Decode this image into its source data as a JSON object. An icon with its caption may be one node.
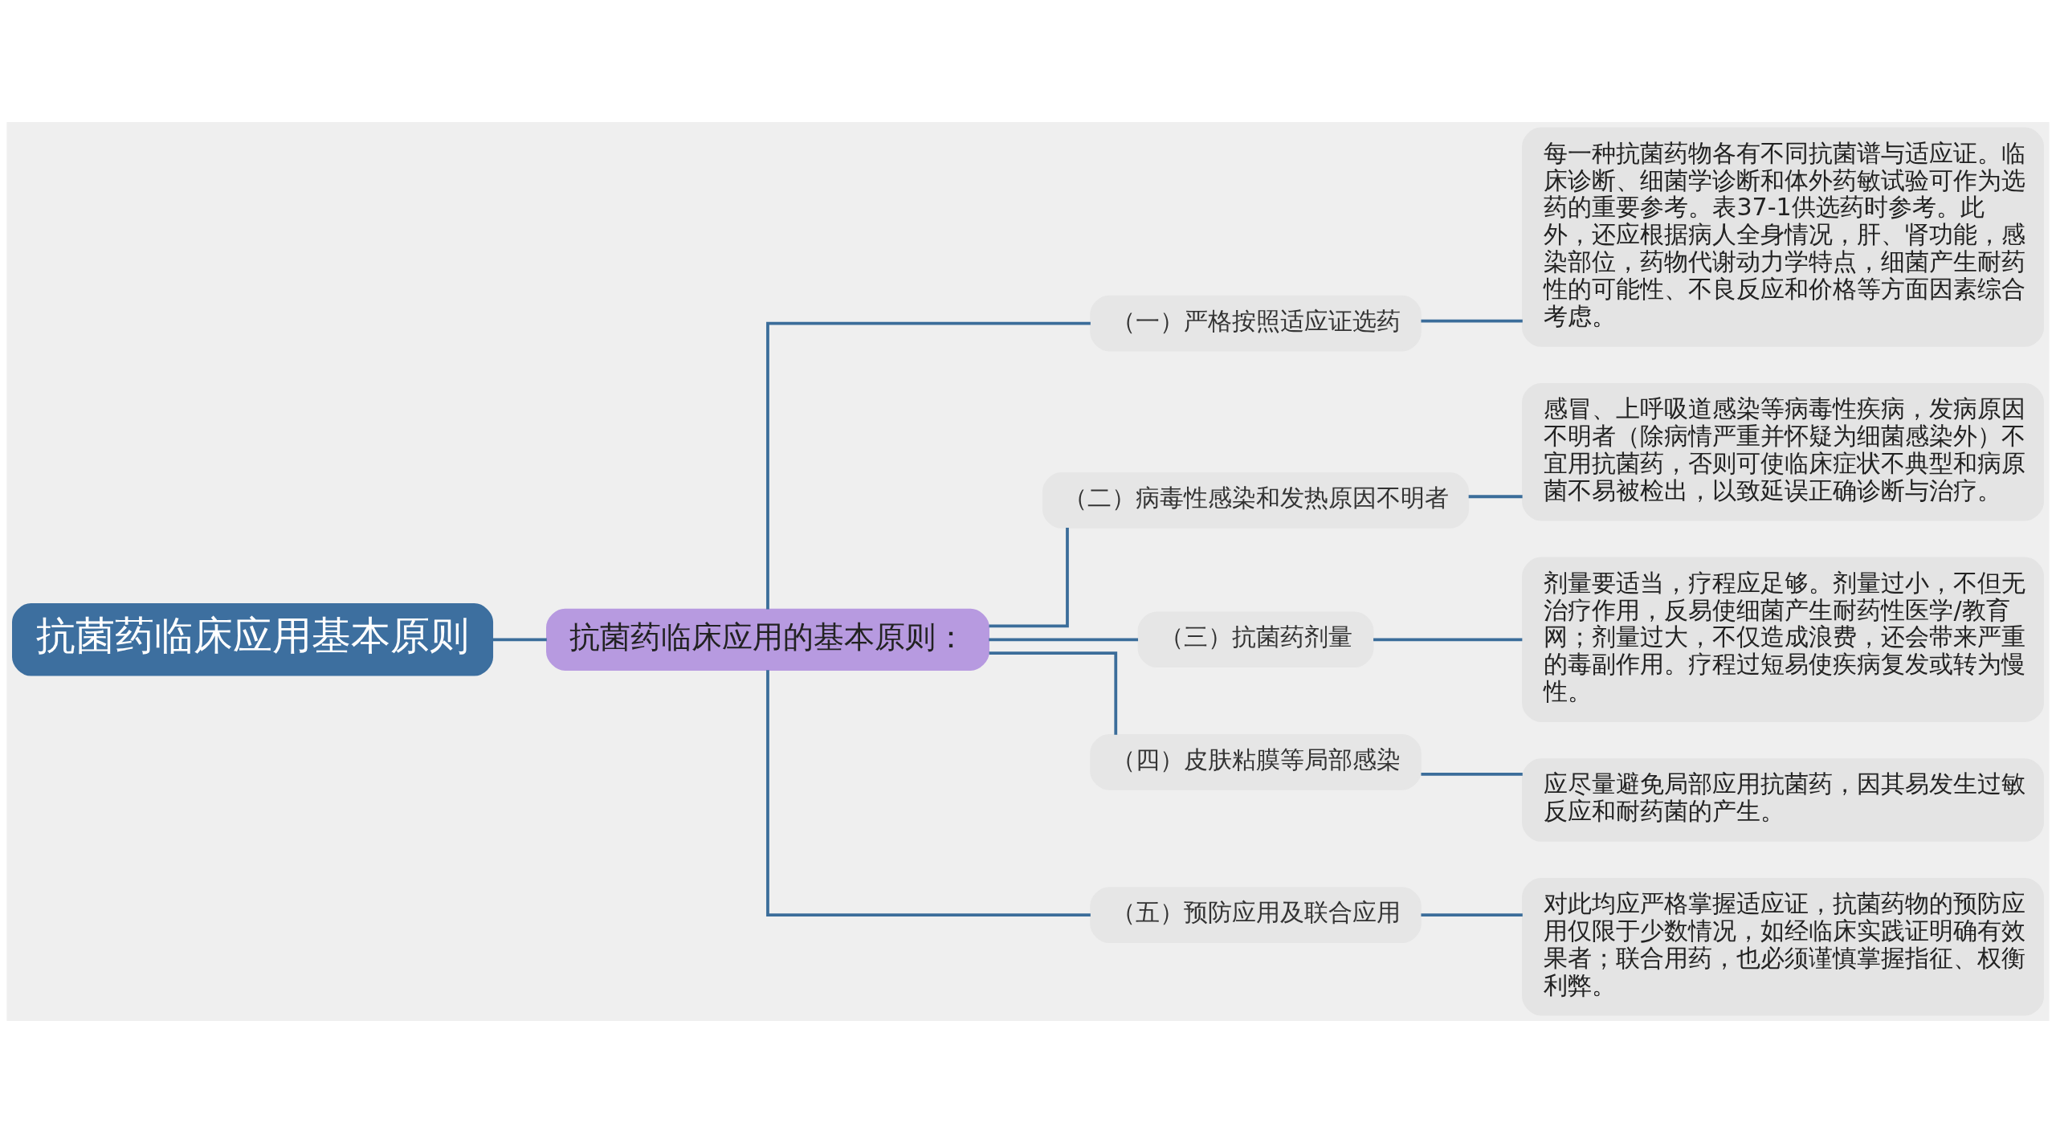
{
  "diagram": {
    "nodes": [
      {
        "text": [
          "抗菌药临床应用基本原则"
        ]
      },
      {
        "text": [
          "抗菌药临床应用的基本原则："
        ]
      },
      {
        "text": [
          "（一）严格按照适应证选药"
        ]
      },
      {
        "text": [
          "每一种抗菌药物各有不同抗菌谱与适应证。临床诊断、细菌学诊断和体外药敏试验可作为选药的重要参考。表37-1供选药时参考。此外，还应根据病人全身情况，肝、肾功能，感染部位，药物代谢动力学特点，细菌产生耐药性的可能性、不良反应和价格等方面因素综合考虑。"
        ]
      },
      {
        "text": [
          "（二）病毒性感染和发热原因不明者"
        ]
      },
      {
        "text": [
          "感冒、上呼吸道感染等病毒性疾病，发病原因不明者（除病情严重并怀疑为细菌感染外）不宜用抗菌药，否则可使临床症状不典型和病原菌不易被检出，以致延误正确诊断与治疗。"
        ]
      },
      {
        "text": [
          "（三）抗菌药剂量"
        ]
      },
      {
        "text": [
          "剂量要适当，疗程应足够。剂量过小，不但无治疗作用，反易使细菌产生耐药性医学/教育网；剂量过大，不仅造成浪费，还会带来严重的毒副作用。疗程过短易使疾病复发或转为慢性。"
        ]
      },
      {
        "text": [
          "（四）皮肤粘膜等局部感染"
        ]
      },
      {
        "text": [
          "应尽量避免局部应用抗菌药，因其易发生过敏反应和耐药菌的产生。"
        ]
      },
      {
        "text": [
          "（五）预防应用及联合应用"
        ]
      },
      {
        "text": [
          "对此均应严格掌握适应证，抗菌药物的预防应用仅限于少数情况，如经临床实践证明确有效果者；联合用药，也必须谨慎掌握指征、权衡利弊。"
        ]
      }
    ],
    "edges": [
      {
        "from": 0,
        "to": 1,
        "arrow": "none"
      },
      {
        "from": 1,
        "to": 2,
        "arrow": "none"
      },
      {
        "from": 1,
        "to": 4,
        "arrow": "none"
      },
      {
        "from": 1,
        "to": 6,
        "arrow": "none"
      },
      {
        "from": 1,
        "to": 8,
        "arrow": "none"
      },
      {
        "from": 1,
        "to": 10,
        "arrow": "none"
      },
      {
        "from": 2,
        "to": 3,
        "arrow": "none"
      },
      {
        "from": 4,
        "to": 5,
        "arrow": "none"
      },
      {
        "from": 6,
        "to": 7,
        "arrow": "none"
      },
      {
        "from": 8,
        "to": 9,
        "arrow": "none"
      },
      {
        "from": 10,
        "to": 11,
        "arrow": "none"
      }
    ]
  }
}
